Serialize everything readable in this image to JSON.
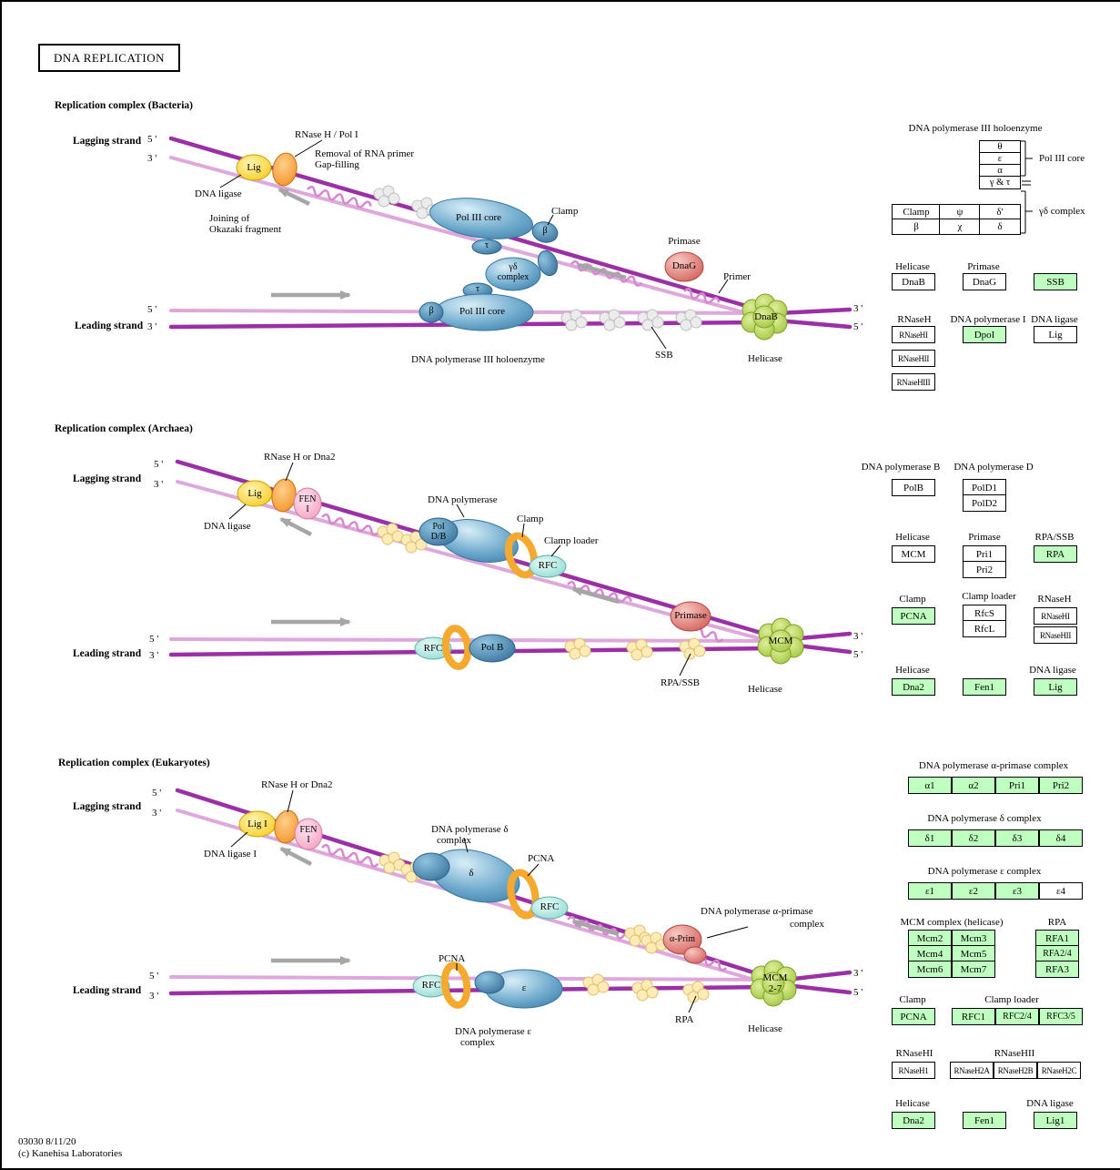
{
  "title": "DNA REPLICATION",
  "footer": {
    "map_id": "03030 8/11/20",
    "copyright": "(c) Kanehisa Laboratories"
  },
  "common": {
    "p5": "5 '",
    "p3": "3 '",
    "lagging": "Lagging strand",
    "leading": "Leading strand",
    "helicase": "Helicase"
  },
  "bacteria": {
    "section_title": "Replication complex (Bacteria)",
    "rnaseh_poli": "RNase H / Pol I",
    "removal": "Removal of RNA primer",
    "gap_filling": "Gap-filling",
    "lig": "Lig",
    "dna_ligase": "DNA ligase",
    "joining_1": "Joining of",
    "joining_2": "Okazaki fragment",
    "pol3_core": "Pol III core",
    "clamp": "Clamp",
    "beta": "β",
    "tau": "τ",
    "gd_1": "γδ",
    "gd_2": "complex",
    "primase": "Primase",
    "dnag": "DnaG",
    "primer": "Primer",
    "dnab": "DnaB",
    "holoenzyme": "DNA polymerase III holoenzyme",
    "ssb": "SSB",
    "panel": {
      "holo_title": "DNA polymerase III holoenzyme",
      "theta": "θ",
      "eps": "ε",
      "alpha": "α",
      "gamma_tau": "γ & τ",
      "clamp": "Clamp",
      "psi": "ψ",
      "delta_prime": "δ'",
      "beta": "β",
      "chi": "χ",
      "delta": "δ",
      "pol3_core": "Pol III core",
      "gd_complex": "γδ complex",
      "helicase": "Helicase",
      "dnab": "DnaB",
      "primase": "Primase",
      "dnag": "DnaG",
      "ssb": "SSB",
      "rnaseh": "RNaseH",
      "rnasehi": "RNaseHI",
      "rnasehii": "RNaseHII",
      "rnasehiii": "RNaseHIII",
      "pol1": "DNA polymerase I",
      "dpoi": "DpoI",
      "ligase": "DNA ligase",
      "lig": "Lig"
    }
  },
  "archaea": {
    "section_title": "Replication complex (Archaea)",
    "rnaseh_dna2": "RNase H or Dna2",
    "lig": "Lig",
    "fen_1": "FEN",
    "fen_2": "I",
    "dna_ligase": "DNA ligase",
    "dna_polymerase": "DNA polymerase",
    "pol_db_1": "Pol",
    "pol_db_2": "D/B",
    "clamp": "Clamp",
    "clamp_loader": "Clamp loader",
    "rfc": "RFC",
    "primase": "Primase",
    "mcm": "MCM",
    "pol_b": "Pol B",
    "rpa_ssb": "RPA/SSB",
    "panel": {
      "polb_h": "DNA polymerase B",
      "polb": "PolB",
      "pold_h": "DNA polymerase D",
      "pold1": "PolD1",
      "pold2": "PolD2",
      "helicase": "Helicase",
      "mcm": "MCM",
      "primase": "Primase",
      "pri1": "Pri1",
      "pri2": "Pri2",
      "rpa_ssb": "RPA/SSB",
      "rpa": "RPA",
      "clamp": "Clamp",
      "pcna": "PCNA",
      "clamp_loader": "Clamp loader",
      "rfcs": "RfcS",
      "rfcl": "RfcL",
      "rnaseh": "RNaseH",
      "rnasehi": "RNaseHI",
      "rnasehii": "RNaseHII",
      "helicase2": "Helicase",
      "dna2": "Dna2",
      "fen1": "Fen1",
      "ligase": "DNA ligase",
      "lig": "Lig"
    }
  },
  "eukaryotes": {
    "section_title": "Replication complex (Eukaryotes)",
    "rnaseh_dna2": "RNase H or Dna2",
    "lig1": "Lig I",
    "fen_1": "FEN",
    "fen_2": "I",
    "dna_ligase1": "DNA ligase I",
    "pol_delta_1": "DNA polymerase δ",
    "pol_delta_2": "complex",
    "delta": "δ",
    "pcna": "PCNA",
    "rfc": "RFC",
    "alpha_primase_1": "DNA polymerase α-primase",
    "alpha_primase_2": "complex",
    "alpha_prim": "α-Prim",
    "mcm_1": "MCM",
    "mcm_2": "2-7",
    "pcna2": "PCNA",
    "epsilon": "ε",
    "rpa": "RPA",
    "pol_eps_1": "DNA polymerase ε",
    "pol_eps_2": "complex",
    "panel": {
      "alpha_h": "DNA polymerase α-primase complex",
      "a1": "α1",
      "a2": "α2",
      "pri1": "Pri1",
      "pri2": "Pri2",
      "delta_h": "DNA polymerase δ complex",
      "d1": "δ1",
      "d2": "δ2",
      "d3": "δ3",
      "d4": "δ4",
      "eps_h": "DNA polymerase ε complex",
      "e1": "ε1",
      "e2": "ε2",
      "e3": "ε3",
      "e4": "ε4",
      "mcm_h": "MCM complex (helicase)",
      "mcm2": "Mcm2",
      "mcm3": "Mcm3",
      "mcm4": "Mcm4",
      "mcm5": "Mcm5",
      "mcm6": "Mcm6",
      "mcm7": "Mcm7",
      "rpa_h": "RPA",
      "rfa1": "RFA1",
      "rfa24": "RFA2/4",
      "rfa3": "RFA3",
      "clamp_h": "Clamp",
      "pcna": "PCNA",
      "loader_h": "Clamp loader",
      "rfc1": "RFC1",
      "rfc24": "RFC2/4",
      "rfc35": "RFC3/5",
      "rnasehi_h": "RNaseHI",
      "rnaseh1": "RNaseH1",
      "rnasehii_h": "RNaseHII",
      "rnaseh2a": "RNaseH2A",
      "rnaseh2b": "RNaseH2B",
      "rnaseh2c": "RNaseH2C",
      "helicase_h": "Helicase",
      "dna2": "Dna2",
      "fen1": "Fen1",
      "ligase_h": "DNA ligase",
      "lig1": "Lig1"
    }
  }
}
